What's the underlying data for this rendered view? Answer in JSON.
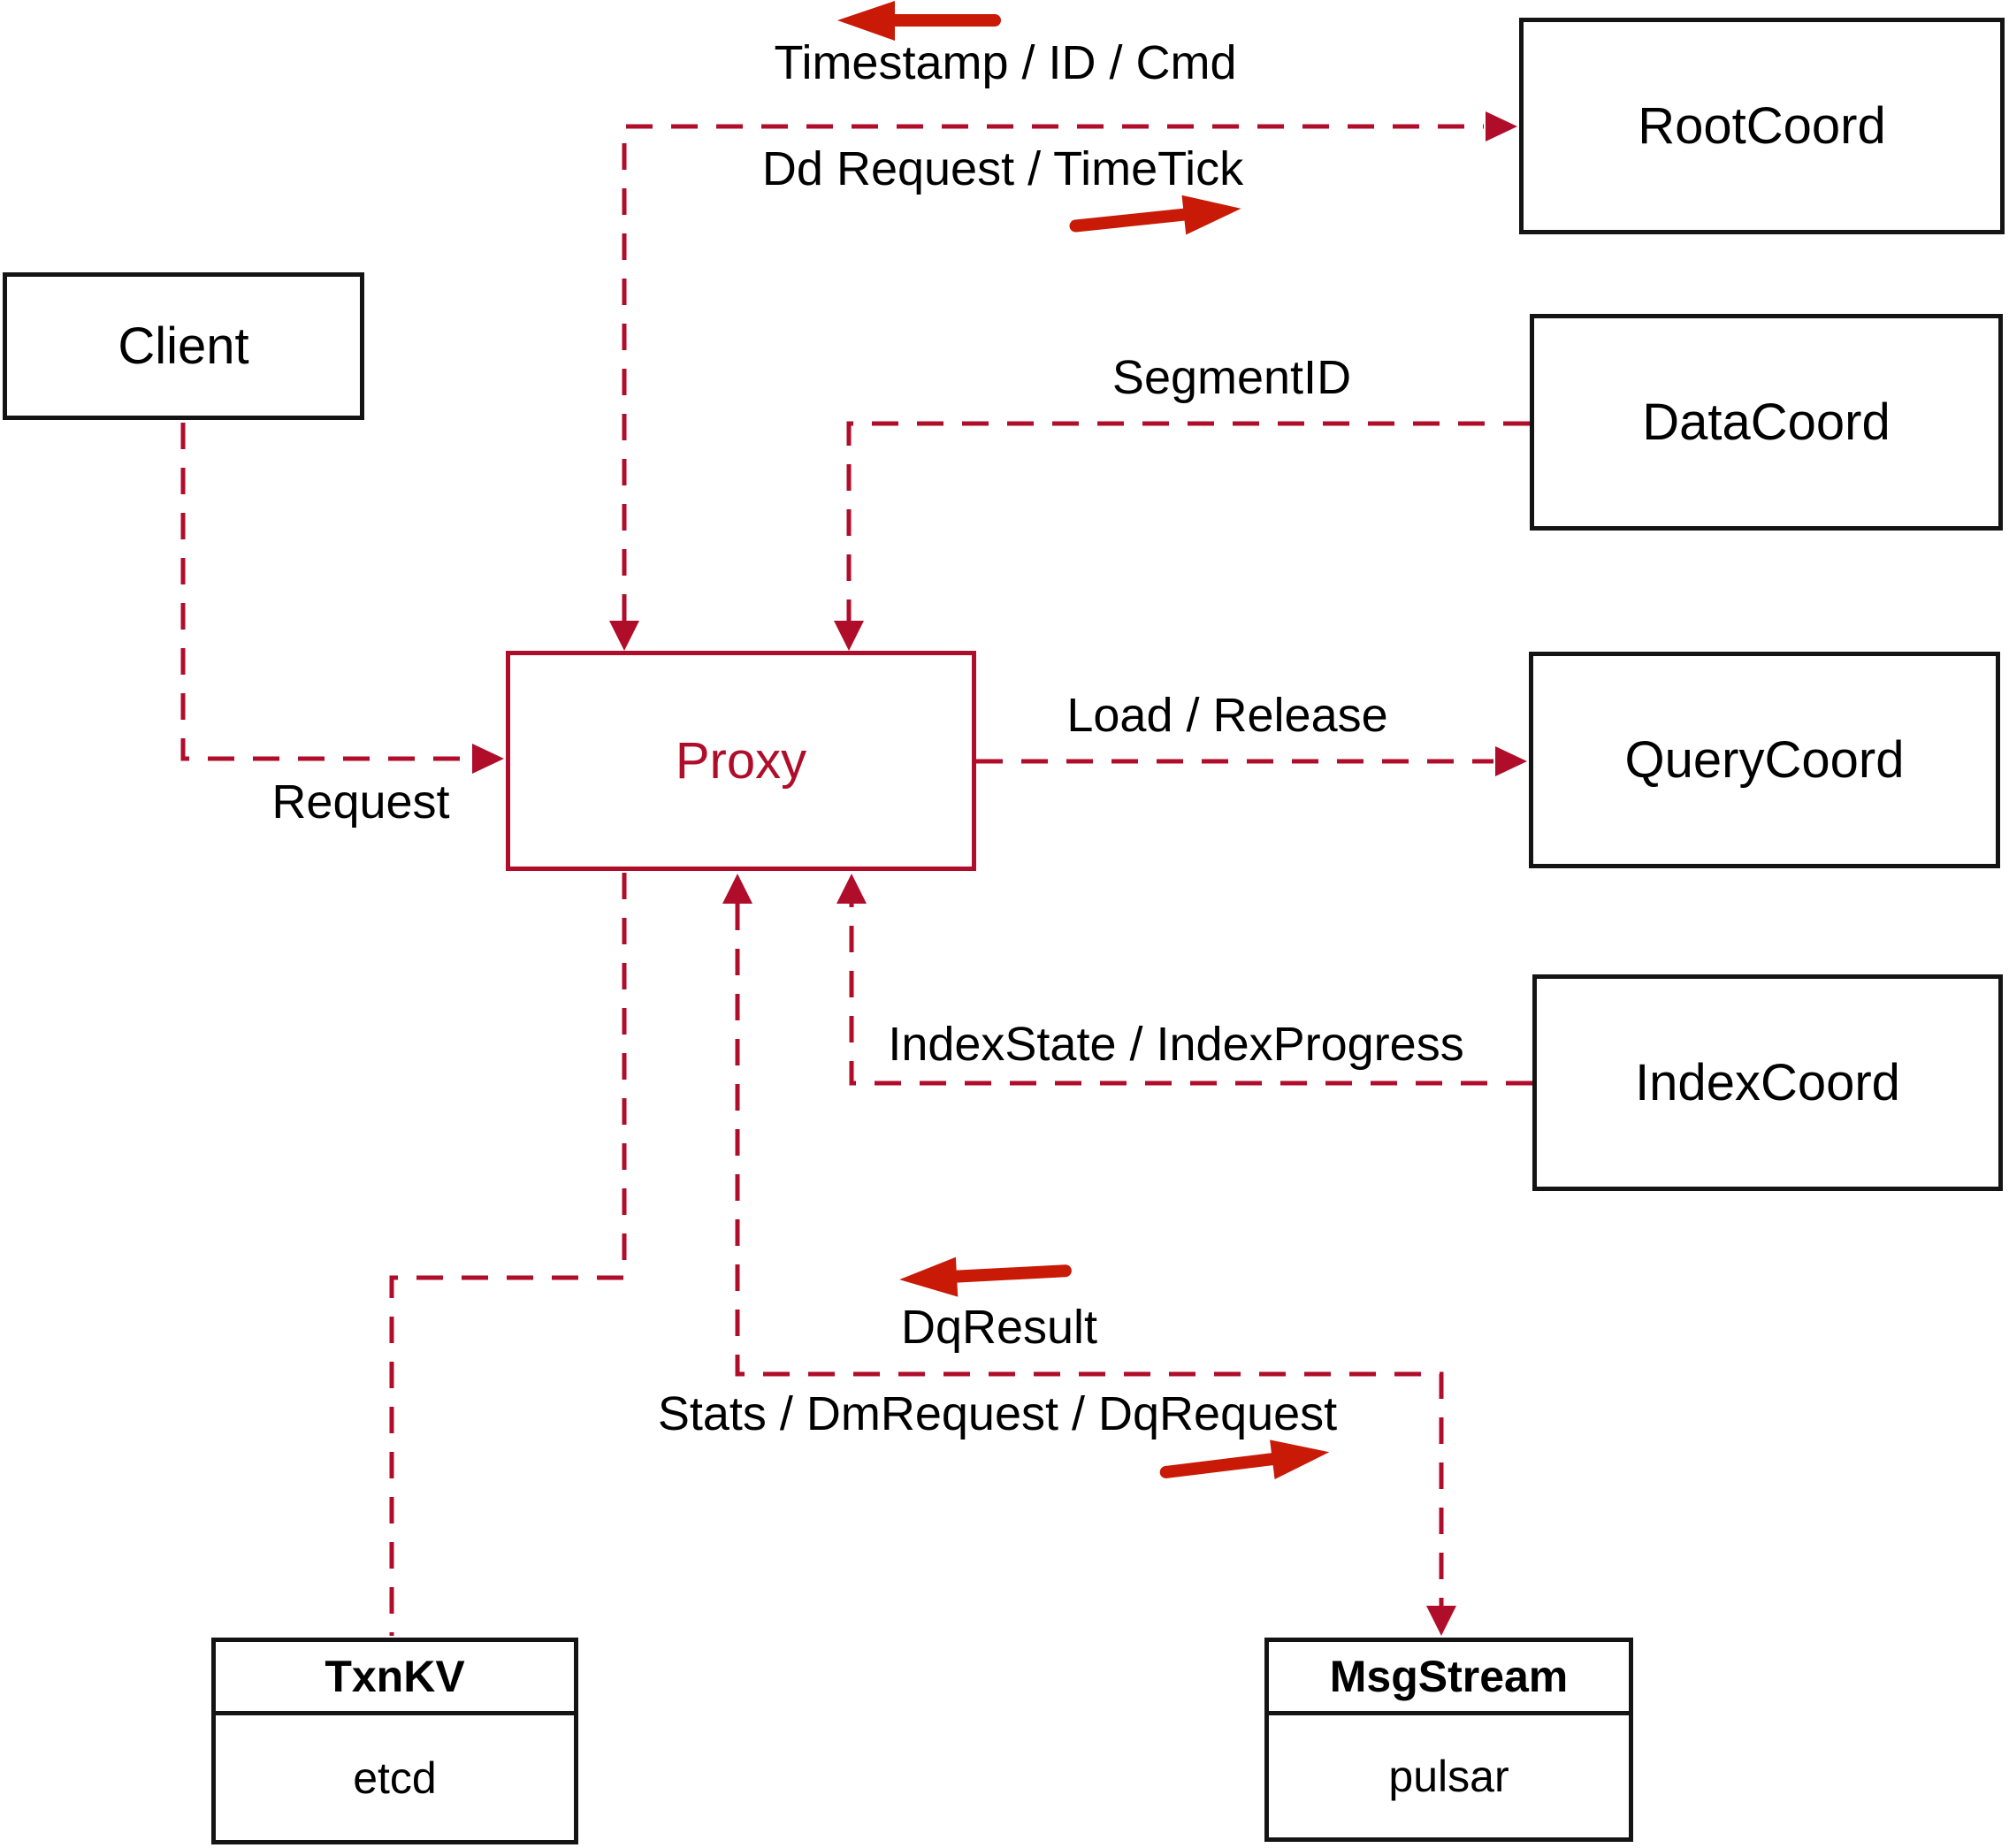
{
  "nodes": {
    "client": {
      "label": "Client"
    },
    "proxy": {
      "label": "Proxy"
    },
    "root_coord": {
      "label": "RootCoord"
    },
    "data_coord": {
      "label": "DataCoord"
    },
    "query_coord": {
      "label": "QueryCoord"
    },
    "index_coord": {
      "label": "IndexCoord"
    },
    "txn_kv": {
      "title": "TxnKV",
      "impl": "etcd"
    },
    "msg_stream": {
      "title": "MsgStream",
      "impl": "pulsar"
    }
  },
  "edges": {
    "timestamp_id_cmd": "Timestamp / ID / Cmd",
    "dd_request_timetick": "Dd Request / TimeTick",
    "segment_id": "SegmentID",
    "load_release": "Load / Release",
    "index_state_progress": "IndexState / IndexProgress",
    "dq_result": "DqResult",
    "stats_dm_dq": "Stats / DmRequest / DqRequest",
    "request": "Request"
  },
  "colors": {
    "line_red": "#b00d2b",
    "arrow_red": "#c81a07",
    "box_border": "#141414",
    "text": "#000000",
    "background": "#ffffff"
  }
}
